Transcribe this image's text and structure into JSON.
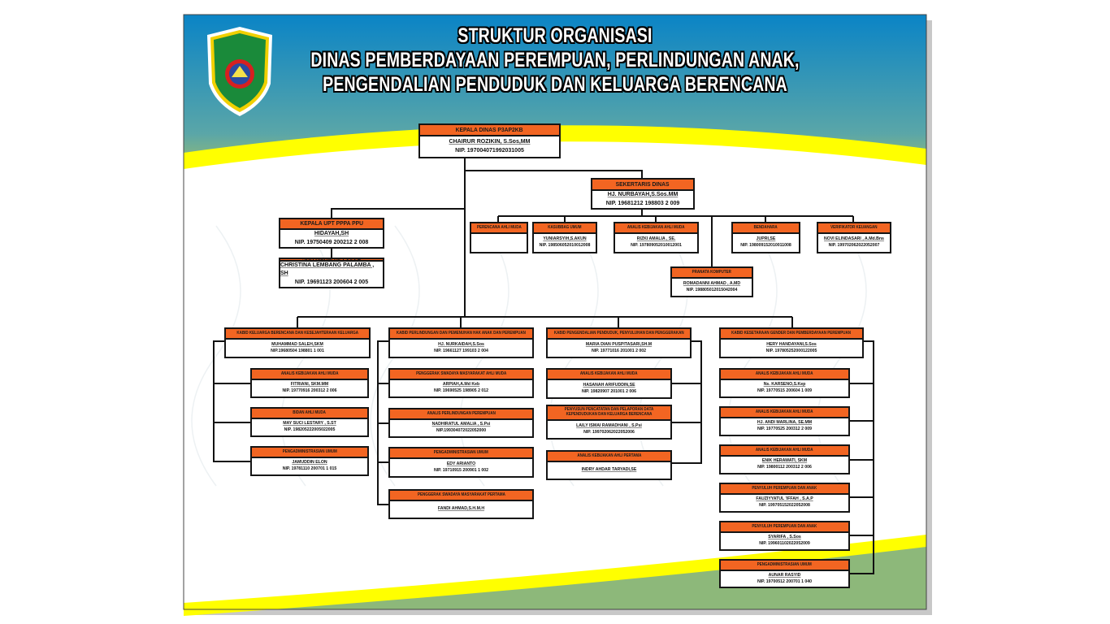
{
  "header": {
    "title_line1": "STRUKTUR ORGANISASI",
    "title_line2": "DINAS PEMBERDAYAAN PEREMPUAN, PERLINDUNGAN ANAK,",
    "title_line3": "PENGENDALIAN PENDUDUK DAN KELUARGA BERENCANA"
  },
  "colors": {
    "header_orange": "#f26522",
    "top_blue": "#0a84c6",
    "green": "#8db87a",
    "yellow": "#ffff00"
  },
  "positions": [
    {
      "title": "KEPALA DINAS P3AP2KB",
      "name": "CHAIRUR ROZIKIN, S.Sos,MM",
      "nip": "NIP. 197004071992031005"
    },
    {
      "title": "SEKERTARIS DINAS",
      "name": "HJ. NURBAYAH,S.Sos.MM",
      "nip": "NIP. 19681212 198803 2 009"
    },
    {
      "title": "KEPALA UPT PPPA PPU",
      "name": "HIDAYAH,SH",
      "nip": "NIP. 19750409 200212 2 008"
    },
    {
      "title": "SUB UMUM UPT PPPA",
      "name": "CHRISTINA LEMBANG PALAMBA , SH",
      "nip": "NIP. 19691123 200604 2 005"
    },
    {
      "title": "PERENCANA AHLI MUDA"
    },
    {
      "title": "KASUBBAG UMUM",
      "name": "YUNIARSYIH,S.AKUN",
      "nip": "NIP. 198506052010012008"
    },
    {
      "title": "ANALIS KEBIJAKAN AHLI MUDA",
      "name": "RIZKI AMALIA , SE.",
      "nip": "NIP. 197809052010012001"
    },
    {
      "title": "BENDAHARA",
      "name": "JUPRI,SE",
      "nip": "NIP. 198009152010011008"
    },
    {
      "title": "VERIFIKATOR KEUANGAN",
      "name": "NOVI ELINDASARI , A.Md.Bns",
      "nip": "NIP. 199702062022052007"
    },
    {
      "title": "PRANATA KOMPUTER",
      "name": "ROMADANNI AHMAD , A.MD",
      "nip": "NIP. 198805012015042004"
    },
    {
      "title": "KABID KELUARGA BERENCANA DAN KESEJAHTERAAN KELUARGA",
      "name": "MUHAMMAD SALEH,SKM",
      "nip": "NIP.19680504 198801 1 001"
    },
    {
      "title": "KABID PERLINDUNGAN DAN PEMENUHAN HAK ANAK DAN PEREMPUAN",
      "name": "HJ. NURKAIDAH,S.Sos",
      "nip": "NIP. 19661127 199103 2 004"
    },
    {
      "title": "KABID PENGENDALIAN PENDUDUK, PENYULUHAN DAN PENGGERAKAN",
      "name": "MARIA DIAN PUSPITASARI,SH.M",
      "nip": "NIP. 19771016 201001 2 002"
    },
    {
      "title": "KABID KESETARAAN GENDER DAN PEMBERDAYAAN PEREMPUAN",
      "name": "HERY HANDAYANI,S.Sos",
      "nip": "NIP. 197805252000122005"
    },
    {
      "title": "ANALIS KEBIJAKAN AHLI MUDA",
      "name": "FITRIANI, SKM.MM",
      "nip": "NIP. 19770916 200312 2 006"
    },
    {
      "title": "BIDAN AHLI MUDA",
      "name": "MAY SUCI LESTARY , S.ST",
      "nip": "NIP. 198205222005022005"
    },
    {
      "title": "PENGADMINISTRASIAN UMUM",
      "name": "JAMUDDIN ELON",
      "nip": "NIP. 19781110 200701 1 015"
    },
    {
      "title": "PENGGERAK SWADAYA MASYARAKAT AHLI MUDA",
      "name": "ARPIAH,A.Md Keb",
      "nip": "NIP. 19690525 198905 2 012"
    },
    {
      "title": "ANALIS PERLINDUNGAN PEREMPUAN",
      "name": "NADHIRATUL AMALIA , S.Psi",
      "nip": "NIP.199304072022052000"
    },
    {
      "title": "PENGADMINISTRASIAN UMUM",
      "name": "EDY ARIANTO",
      "nip": "NIP. 19710915 200901 1 002"
    },
    {
      "title": "PENGGERAK SWADAYA MASYARAKAT PERTAMA",
      "name": "FANDI AHMAD,S.H.M.H"
    },
    {
      "title": "ANALIS KEBIJAKAN AHLI MUDA",
      "name": "HASANAH ARIFUDDIN,SE",
      "nip": "NIP. 19820907 201001 2 006"
    },
    {
      "title": "PENYUSUN PENCATATAN DAN PELAPORAN DATA KEPENDUDUKAN DAN KELUARGA BERENCANA",
      "name": "LAILY ISMAI RAMADHANI , S.Psi",
      "nip": "NIP. 199702062022052006"
    },
    {
      "title": "ANALIS KEBIJAKAN AHLI PERTAMA",
      "name": "INDRY AHDAR TARYADI,SE"
    },
    {
      "title": "ANALIS KEBIJAKAN AHLI MUDA",
      "name": "Ns. KARSENO,S.Kep",
      "nip": "NIP. 19770515 200604 1 009"
    },
    {
      "title": "ANALIS KEBIJAKAN AHLI MUDA",
      "name": "HJ. ANDI MARLINA, SE.MM",
      "nip": "NIP. 19770525 200312 2 009"
    },
    {
      "title": "ANALIS KEBIJAKAN AHLI MUDA",
      "name": "ENIK HERAWATI, SKM",
      "nip": "NIP. 19800112 200312 2 006"
    },
    {
      "title": "PENYULUH PEREMPUAN DAN ANAK",
      "name": "FAUZIYYATUL 'IFFAH , S.A.P",
      "nip": "NIP. 199705152022052008"
    },
    {
      "title": "PENYULUH PEREMPUAN DAN ANAK",
      "name": "SYARIFA , S.Sos",
      "nip": "NIP. 199601102022052009"
    },
    {
      "title": "PENGADMINISTRASIAN UMUM",
      "name": "AUNAR RASYID",
      "nip": "NIP. 19700512 200701 1 040"
    }
  ]
}
